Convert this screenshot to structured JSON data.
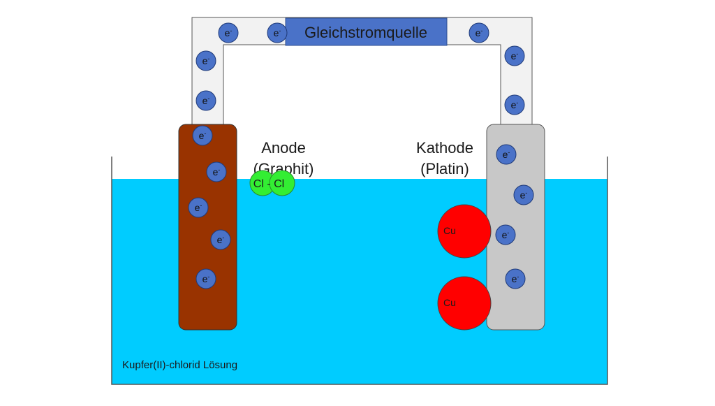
{
  "power_source": {
    "label": "Gleichstromquelle"
  },
  "anode": {
    "line1": "Anode",
    "line2": "(Graphit)"
  },
  "cathode": {
    "line1": "Kathode",
    "line2": "(Platin)"
  },
  "solution": {
    "label": "Kupfer(II)-chlorid Lösung"
  },
  "chlorine_molecule": {
    "label": "Cl - Cl"
  },
  "electron": {
    "symbol": "e",
    "superscript": "-"
  },
  "copper": {
    "label": "Cu"
  },
  "colors": {
    "solution": "#00ccff",
    "anode_graphite": "#993300",
    "cathode_platinum": "#c8c8c8",
    "electron": "#4a72c8",
    "power_source": "#4a72c8",
    "chlorine": "#33ee33",
    "copper": "#ff0000",
    "wire": "#f2f2f2"
  }
}
